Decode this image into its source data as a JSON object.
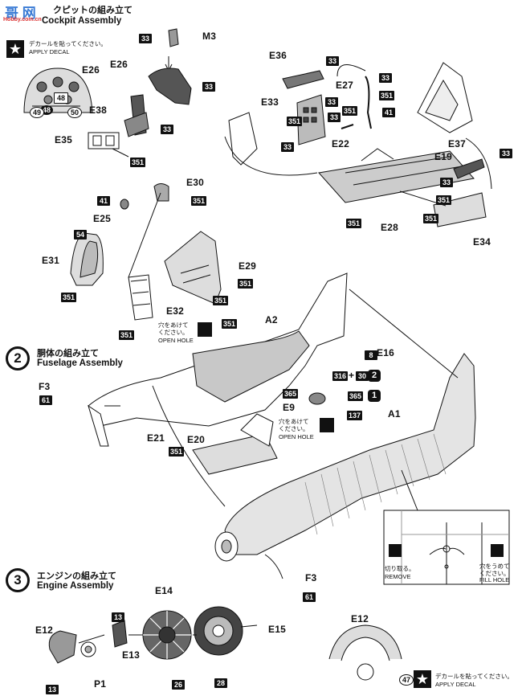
{
  "watermark": {
    "text": "哥 网",
    "sub": "Hobby.com.cn"
  },
  "steps": {
    "cockpit": {
      "jp": "クピットの組み立て",
      "en": "Cockpit Assembly"
    },
    "fuselage": {
      "num": "2",
      "jp": "胴体の組み立て",
      "en": "Fuselage Assembly"
    },
    "engine": {
      "num": "3",
      "jp": "エンジンの組み立て",
      "en": "Engine Assembly"
    }
  },
  "notes": {
    "apply_decal_jp": "デカールを貼ってください。",
    "apply_decal_en": "APPLY DECAL",
    "open_hole_jp": "穴をあけて\nください。",
    "open_hole_en": "OPEN HOLE",
    "remove_jp": "切り取る。",
    "remove_en": "REMOVE",
    "fill_hole_jp": "穴をうめて\nください。",
    "fill_hole_en": "FILL HOLE"
  },
  "parts": {
    "m3": "M3",
    "e26": "E26",
    "e38": "E38",
    "e35": "E35",
    "e36": "E36",
    "e27": "E27",
    "e33": "E33",
    "e22": "E22",
    "e37": "E37",
    "e19": "E19",
    "e28": "E28",
    "e34": "E34",
    "e30": "E30",
    "e25": "E25",
    "e31": "E31",
    "e29": "E29",
    "e32": "E32",
    "a2": "A2",
    "e16": "E16",
    "f3a": "F3",
    "e9": "E9",
    "a1": "A1",
    "e21": "E21",
    "e20": "E20",
    "f3b": "F3",
    "e14": "E14",
    "e15": "E15",
    "e12a": "E12",
    "e13": "E13",
    "p1": "P1",
    "e12b": "E12"
  },
  "colors": {
    "c33": "33",
    "c351": "351",
    "c41": "41",
    "c54": "54",
    "c61": "61",
    "c8": "8",
    "c316": "316",
    "c30": "30",
    "c365": "365",
    "c137": "137",
    "c13": "13",
    "c26": "26",
    "c28": "28",
    "c47": "47",
    "c48": "48",
    "c49": "49",
    "c50": "50"
  },
  "mix": {
    "plus": "+",
    "c2": "2",
    "c1": "1"
  }
}
